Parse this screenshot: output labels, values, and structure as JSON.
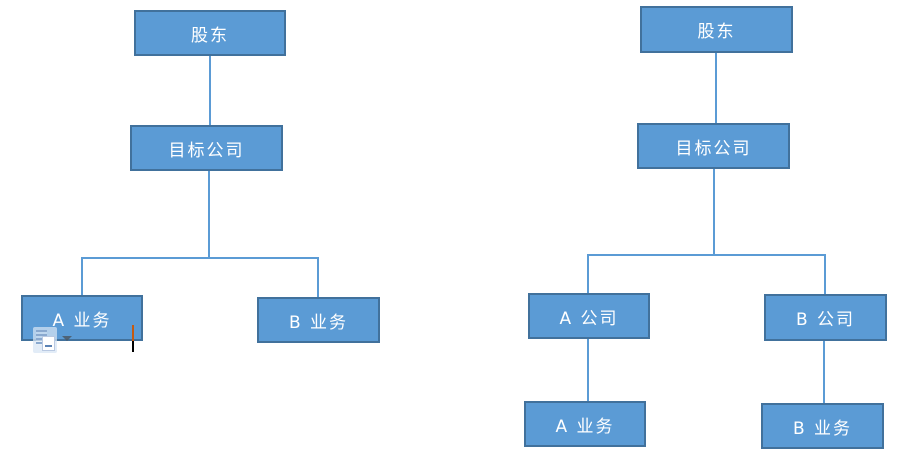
{
  "colors": {
    "box_fill": "#5B9BD5",
    "box_border": "#41719C",
    "connector": "#5B9BD5",
    "box_text": "#FFFFFF",
    "caret_top": "#C55A11",
    "caret_bottom": "#000000"
  },
  "left_diagram": {
    "shareholder_label": "股东",
    "target_company_label": "目标公司",
    "business_a_label": "A 业务",
    "business_b_label": "B 业务"
  },
  "right_diagram": {
    "shareholder_label": "股东",
    "target_company_label": "目标公司",
    "company_a_label": "A 公司",
    "company_b_label": "B 公司",
    "business_a_label": "A 业务",
    "business_b_label": "B 业务"
  }
}
